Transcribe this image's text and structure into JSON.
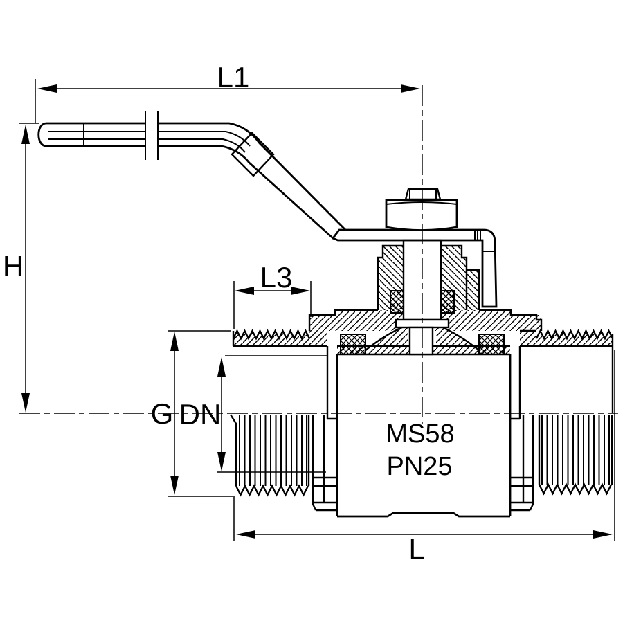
{
  "drawing": {
    "type": "ball-valve-section-technical-drawing",
    "dimensions": {
      "handle_length": "L1",
      "height": "H",
      "thread_length": "L3",
      "thread_size": "G",
      "nominal_bore": "DN",
      "overall_length": "L"
    },
    "body_markings": {
      "material": "MS58",
      "pressure_rating": "PN25"
    },
    "colors": {
      "line_color": "#000000",
      "background": "#ffffff"
    }
  }
}
